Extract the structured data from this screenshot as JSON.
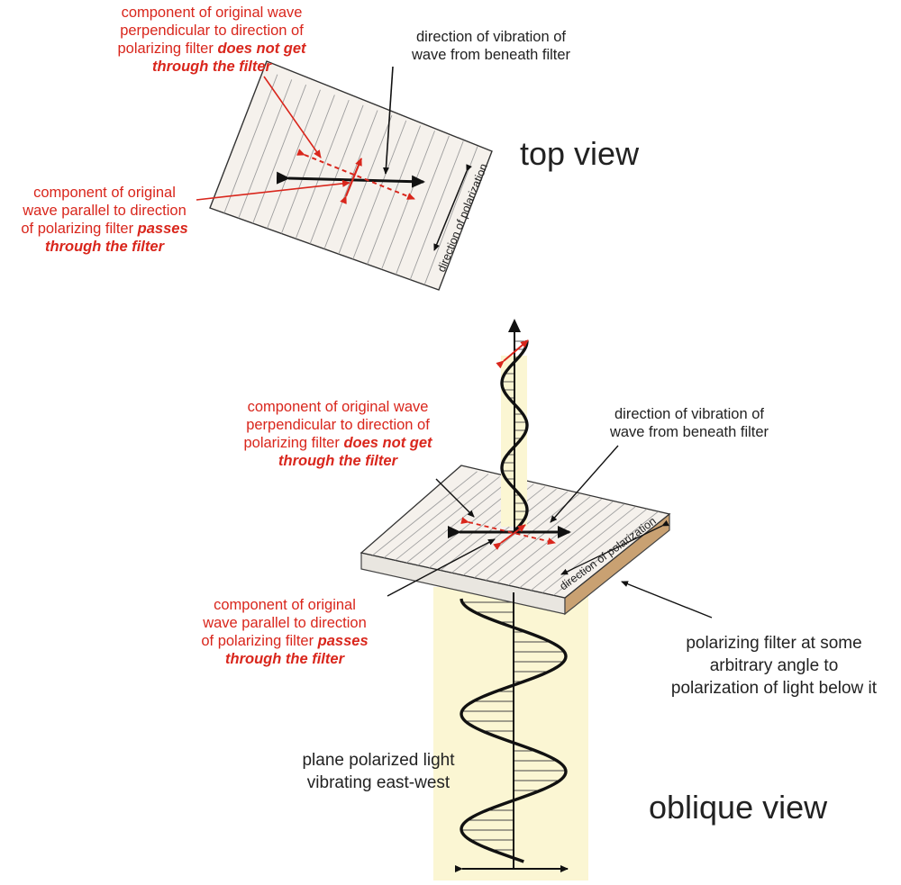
{
  "top": {
    "perp_label": {
      "line1": "component of original wave",
      "line2": "perpendicular to direction of",
      "line3_plain": "polarizing filter ",
      "line3_emph": "does not get",
      "line4_emph": "through the filter"
    },
    "vibration_label": {
      "line1": "direction of vibration of",
      "line2": "wave from beneath filter"
    },
    "parallel_label": {
      "line1": "component of original",
      "line2": "wave parallel to direction",
      "line3_plain": "of polarizing filter ",
      "line3_emph": "passes",
      "line4_emph": "through the filter"
    },
    "polarization_text": "direction of polarization",
    "view_title": "top view"
  },
  "oblique": {
    "perp_label": {
      "line1": "component of original wave",
      "line2": "perpendicular to direction of",
      "line3_plain": "polarizing filter ",
      "line3_emph": "does not get",
      "line4_emph": "through the filter"
    },
    "vibration_label": {
      "line1": "direction of vibration of",
      "line2": "wave from beneath filter"
    },
    "parallel_label": {
      "line1": "component of original",
      "line2": "wave parallel to direction",
      "line3_plain": "of polarizing filter ",
      "line3_emph": "passes",
      "line4_emph": "through the filter"
    },
    "polarization_text": "direction of polarization",
    "filter_label": {
      "line1": "polarizing filter at some",
      "line2": "arbitrary angle to",
      "line3": "polarization of light below it"
    },
    "light_label": {
      "line1": "plane polarized light",
      "line2": "vibrating east-west"
    },
    "view_title": "oblique view"
  },
  "colors": {
    "red": "#d9261c",
    "black": "#111111",
    "filter_face": "#f5f1ec",
    "filter_side": "#e8e4de",
    "filter_edge": "#c69c6d",
    "light_beam": "#fbf6d3"
  }
}
